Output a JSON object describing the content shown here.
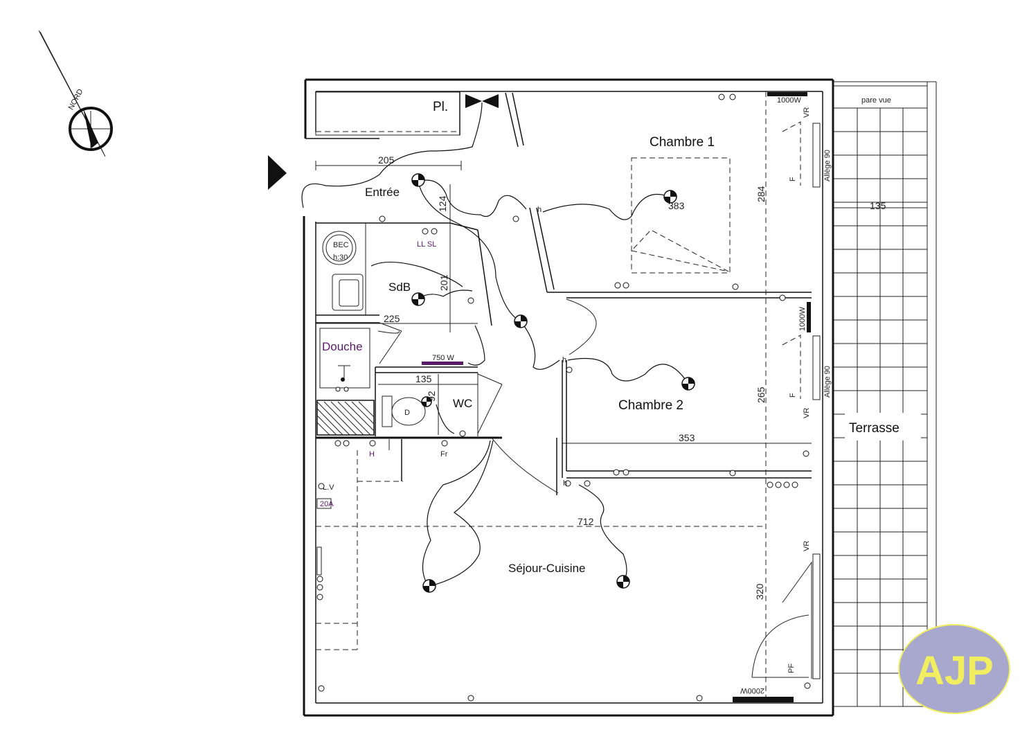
{
  "rooms": {
    "placard": "Pl.",
    "entree": "Entrée",
    "chambre1": "Chambre 1",
    "sdb": "SdB",
    "douche": "Douche",
    "wc": "WC",
    "chambre2": "Chambre 2",
    "sejour": "Séjour-Cuisine",
    "terrasse": "Terrasse"
  },
  "labels": {
    "north": "NORD",
    "pare_vue": "pare vue",
    "allege1": "Allège 90",
    "allege2": "Allège 90",
    "vr1": "VR",
    "vr2": "VR",
    "vr3": "VR",
    "f1": "F",
    "f2": "F",
    "pf": "PF",
    "radiator_1000": "1000W",
    "radiator_1000b": "1000W",
    "radiator_750": "750 W",
    "radiator_2000": "2000W",
    "llsl": "LL SL",
    "h": "H",
    "fr": "Fr",
    "lv": "L.V",
    "amp": "20A",
    "d": "D",
    "bec1": "BEC",
    "bec2": "h:30",
    "h_small": "h",
    "h_small2": "h",
    "h_small3": "h"
  },
  "dimensions": {
    "d205": "205",
    "d124": "124",
    "d201": "201",
    "d225": "225",
    "d135a": "135",
    "d92": "92",
    "d383": "383",
    "d284": "284",
    "d135b": "135",
    "d265": "265",
    "d353": "353",
    "d712": "712",
    "d320": "320"
  },
  "logo": {
    "text": "AJP",
    "fill": "#a8a8cf",
    "text_color": "#f1ee60"
  },
  "colors": {
    "line": "#111111",
    "purple_label": "#5a1a6a",
    "radiator_750": "#5a1a6a"
  }
}
